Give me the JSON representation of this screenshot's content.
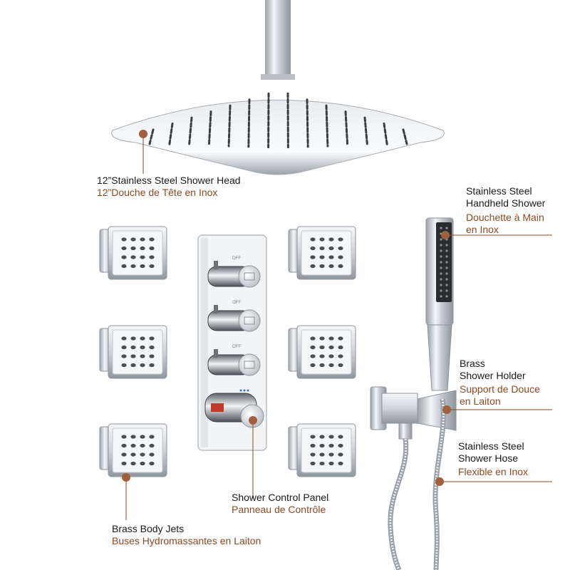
{
  "colors": {
    "accent": "#8a4a22",
    "marker": "#a06040",
    "chrome": "#c9ced4",
    "text": "#1a1a1a"
  },
  "labels": {
    "shower_head": {
      "en": "12”Stainless Steel Shower Head",
      "fr": "12”Douche de Tête en Inox"
    },
    "handheld": {
      "en_line1": "Stainless Steel",
      "en_line2": "Handheld Shower",
      "fr_line1": "Douchette à Main",
      "fr_line2": "en Inox"
    },
    "holder": {
      "en_line1": "Brass",
      "en_line2": "Shower Holder",
      "fr_line1": "Support de Douce",
      "fr_line2": "en Laiton"
    },
    "hose": {
      "en_line1": "Stainless Steel",
      "en_line2": "Shower Hose",
      "fr_line1": "Flexible en Inox"
    },
    "control_panel": {
      "en": "Shower Control Panel",
      "fr": "Panneau de Contrôle"
    },
    "body_jets": {
      "en": "Brass Body Jets",
      "fr": "Buses Hydromassantes en Laiton"
    }
  },
  "valve_text": {
    "off": "OFF"
  },
  "icons": [
    "shower-head-icon",
    "body-jet-icon",
    "control-panel-icon",
    "handheld-shower-icon",
    "shower-holder-icon",
    "shower-hose-icon",
    "callout-marker-icon"
  ]
}
